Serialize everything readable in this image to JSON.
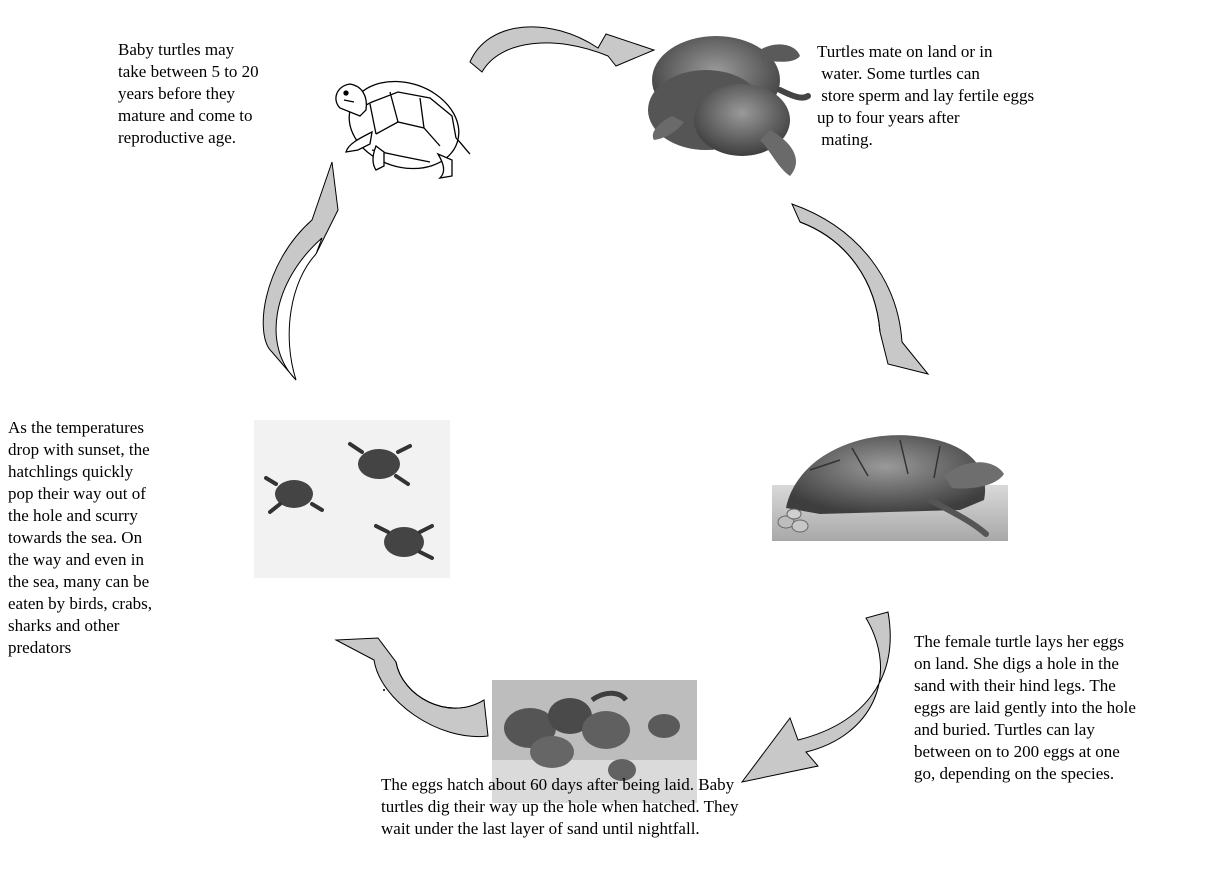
{
  "captions": {
    "mature": [
      "Baby turtles may",
      "take between 5 to 20",
      "years before they",
      "mature and come to",
      "reproductive age."
    ],
    "mate": [
      "Turtles mate on land or in",
      " water. Some turtles can",
      " store sperm and lay fertile eggs",
      "up to four years after",
      " mating."
    ],
    "lay_eggs": [
      "The female turtle lays her eggs",
      "on land. She digs a hole in the",
      "sand with their hind legs. The",
      "eggs are laid gently into the hole",
      "and buried. Turtles can lay",
      "between on to 200 eggs at one",
      "go, depending on the species."
    ],
    "hatch": [
      "The eggs hatch about 60 days after being laid. Baby",
      "turtles dig their way up the hole when hatched. They",
      "wait under the last layer of sand until nightfall."
    ],
    "hatchlings": [
      "As the temperatures",
      "drop with sunset, the",
      "hatchlings quickly",
      "pop their way out of",
      "the hole and scurry",
      "towards the sea. On",
      "the way and even in",
      "the sea, many can be",
      "eaten by birds, crabs,",
      "sharks and other",
      "predators"
    ]
  },
  "colors": {
    "arrow_fill": "#c8c8c8",
    "arrow_stroke": "#000000"
  },
  "images": {
    "mature": "young-turtle-drawing",
    "mate": "sea-turtles-mating-photo",
    "lay_eggs": "turtle-laying-eggs-illustration",
    "hatch": "hatchlings-in-nest-photo",
    "hatchlings": "hatchlings-on-sand-photo"
  }
}
